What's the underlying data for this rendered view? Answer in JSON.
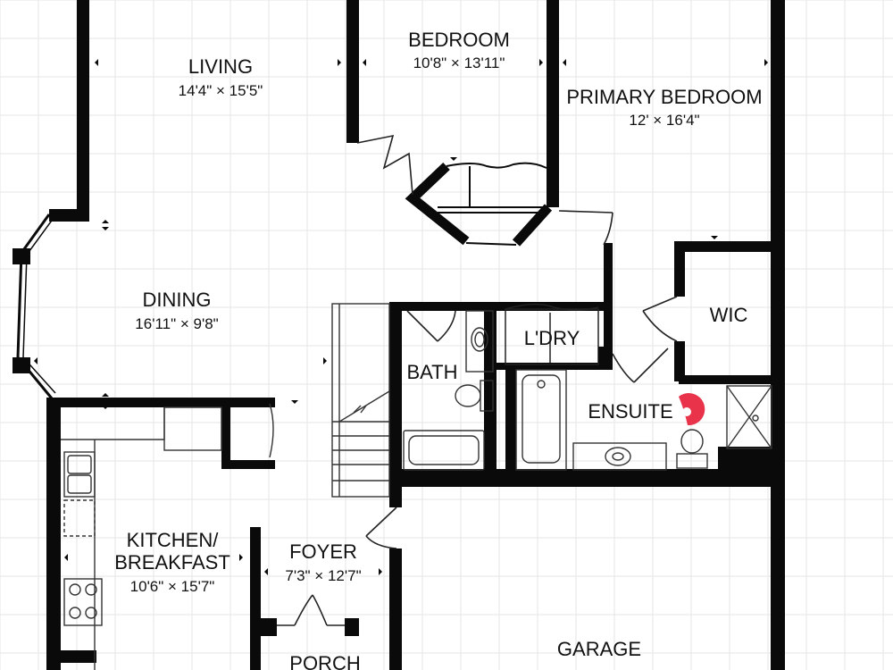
{
  "floorplan": {
    "rooms": {
      "living": {
        "name": "LIVING",
        "dims": "14'4\" × 15'5\""
      },
      "bedroom": {
        "name": "BEDROOM",
        "dims": "10'8\" × 13'11\""
      },
      "primary_bedroom": {
        "name": "PRIMARY BEDROOM",
        "dims": "12' × 16'4\""
      },
      "dining": {
        "name": "DINING",
        "dims": "16'11\" × 9'8\""
      },
      "wic": {
        "name": "WIC"
      },
      "laundry": {
        "name": "L'DRY"
      },
      "bath": {
        "name": "BATH"
      },
      "ensuite": {
        "name": "ENSUITE"
      },
      "kitchen": {
        "name_line1": "KITCHEN/",
        "name_line2": "BREAKFAST",
        "dims": "10'6\" × 15'7\""
      },
      "foyer": {
        "name": "FOYER",
        "dims": "7'3\" × 12'7\""
      },
      "garage": {
        "name": "GARAGE"
      },
      "porch": {
        "name": "PORCH"
      }
    },
    "colors": {
      "wall": "#0a0a0a",
      "grid": "#e6e6e6",
      "fixture": "#333333",
      "marker": "#e8334a"
    }
  }
}
